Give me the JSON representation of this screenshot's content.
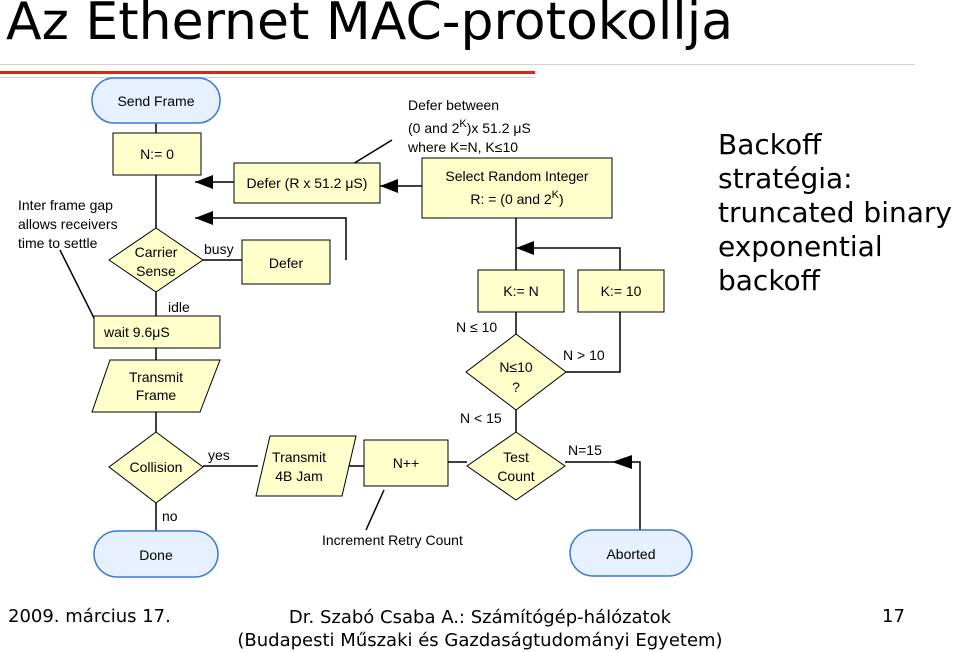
{
  "slide": {
    "title": "Az Ethernet MAC-protokollja",
    "side_text": [
      "Backoff",
      "stratégia:",
      "truncated binary",
      "exponential",
      "backoff"
    ],
    "footer": {
      "date": "2009. március 17.",
      "author_line1": "Dr. Szabó Csaba A.: Számítógép-hálózatok",
      "author_line2": "(Budapesti Műszaki és Gazdaságtudományi Egyetem)",
      "page": "17"
    }
  },
  "colors": {
    "accent": "#e2231a",
    "node_fill": "#ffffcc",
    "terminal_fill": "#e6f0ff",
    "terminal_stroke": "#3a7bd5",
    "line": "#000000"
  },
  "diagram": {
    "send_frame": "Send Frame",
    "n_init": "N:= 0",
    "defer_r": "Defer (R x 51.2 μS)",
    "defer_between": [
      "Defer between",
      "(0 and 2",
      "K",
      ")x 51.2 μS",
      "where K=N, K≤10"
    ],
    "select_random": [
      "Select Random Integer",
      "R: = (0 and 2",
      "K",
      ")"
    ],
    "ifg_note": [
      "Inter frame gap",
      "allows receivers",
      "time to settle"
    ],
    "carrier_sense": [
      "Carrier",
      "Sense"
    ],
    "busy": "busy",
    "defer": "Defer",
    "idle": "idle",
    "k_eq_n": "K:= N",
    "k_eq_10": "K:= 10",
    "wait": "wait 9.6μS",
    "n_le_10_top": "N ≤ 10",
    "n_le_10_q": [
      "N≤10",
      "?"
    ],
    "n_gt_10": "N > 10",
    "transmit_frame": [
      "Transmit",
      "Frame"
    ],
    "n_lt_15": "N < 15",
    "collision": "Collision",
    "yes": "yes",
    "transmit_jam": [
      "Transmit",
      "4B Jam"
    ],
    "n_inc": "N++",
    "test_count": [
      "Test",
      "Count"
    ],
    "n_eq_15": "N=15",
    "no": "no",
    "increment_retry": "Increment Retry Count",
    "done": "Done",
    "aborted": "Aborted"
  }
}
